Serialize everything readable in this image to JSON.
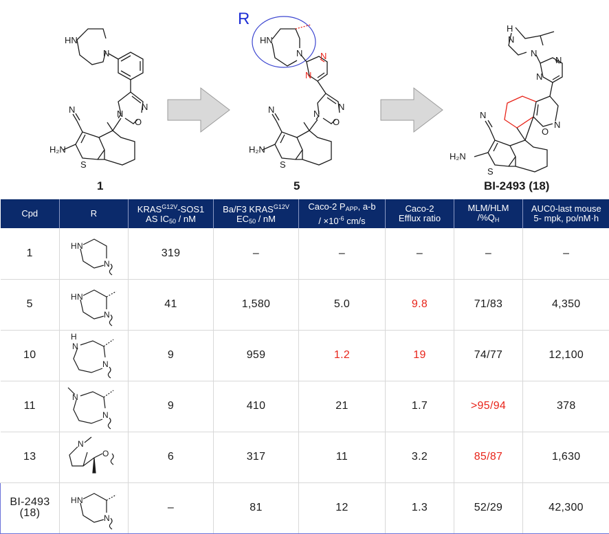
{
  "scheme": {
    "r_label": "R",
    "compound_labels": [
      "1",
      "5",
      "BI-2493 (18)"
    ],
    "atoms": {
      "hn": "HN",
      "h": "H",
      "n": "N",
      "o": "O",
      "s": "S",
      "nitrile": "N",
      "amine": "H₂N"
    }
  },
  "table": {
    "headers": {
      "cpd": "Cpd",
      "r": "R",
      "kras_a": "KRAS",
      "kras_sup": "G12V",
      "kras_b": "-SOS1",
      "kras_c": "AS IC",
      "kras_sub": "50",
      "kras_d": " / nM",
      "baf3_a": "Ba/F3 KRAS",
      "baf3_sup": "G12V",
      "baf3_b": "EC",
      "baf3_sub": "50",
      "baf3_c": " / nM",
      "caco_a": "Caco-2 P",
      "caco_sub": "APP",
      "caco_b": ", a-b",
      "caco_c": "/ ×10",
      "caco_sup": "-6",
      "caco_d": " cm/s",
      "efflux_a": "Caco-2",
      "efflux_b": "Efflux ratio",
      "mlm_a": "MLM/HLM",
      "mlm_b": "/%Q",
      "mlm_sub": "H",
      "auc_a": "AUC0-last mouse",
      "auc_b": "5- mpk, po/nM·h"
    },
    "rows": [
      {
        "cpd": "1",
        "r_atoms": {
          "a": "HN",
          "b": "N"
        },
        "kras": "319",
        "baf3": "–",
        "caco": "–",
        "efflux": "–",
        "mlm": "–",
        "auc": "–"
      },
      {
        "cpd": "5",
        "r_atoms": {
          "a": "HN",
          "b": "N"
        },
        "kras": "41",
        "baf3": "1,580",
        "caco": "5.0",
        "efflux": "9.8",
        "mlm": "71/83",
        "auc": "4,350"
      },
      {
        "cpd": "10",
        "r_atoms": {
          "a": "H",
          "b": "N",
          "c": "N"
        },
        "kras": "9",
        "baf3": "959",
        "caco": "1.2",
        "efflux": "19",
        "mlm": "74/77",
        "auc": "12,100"
      },
      {
        "cpd": "11",
        "r_atoms": {
          "a": "N",
          "b": "N"
        },
        "kras": "9",
        "baf3": "410",
        "caco": "21",
        "efflux": "1.7",
        "mlm": ">95/94",
        "auc": "378"
      },
      {
        "cpd": "13",
        "r_atoms": {
          "a": "N",
          "b": "O"
        },
        "kras": "6",
        "baf3": "317",
        "caco": "11",
        "efflux": "3.2",
        "mlm": "85/87",
        "auc": "1,630"
      },
      {
        "cpd_a": "BI-2493",
        "cpd_b": "(18)",
        "r_atoms": {
          "a": "HN",
          "b": "N"
        },
        "kras": "–",
        "baf3": "81",
        "caco": "12",
        "efflux": "1.3",
        "mlm": "52/29",
        "auc": "42,300"
      }
    ]
  },
  "colors": {
    "header_bg": "#0b2a6b",
    "highlight_text": "#e8241a",
    "r_label": "#1f2fd6",
    "row_highlight_border": "#6a72d8",
    "arrow_fill": "#d9d9d9"
  }
}
